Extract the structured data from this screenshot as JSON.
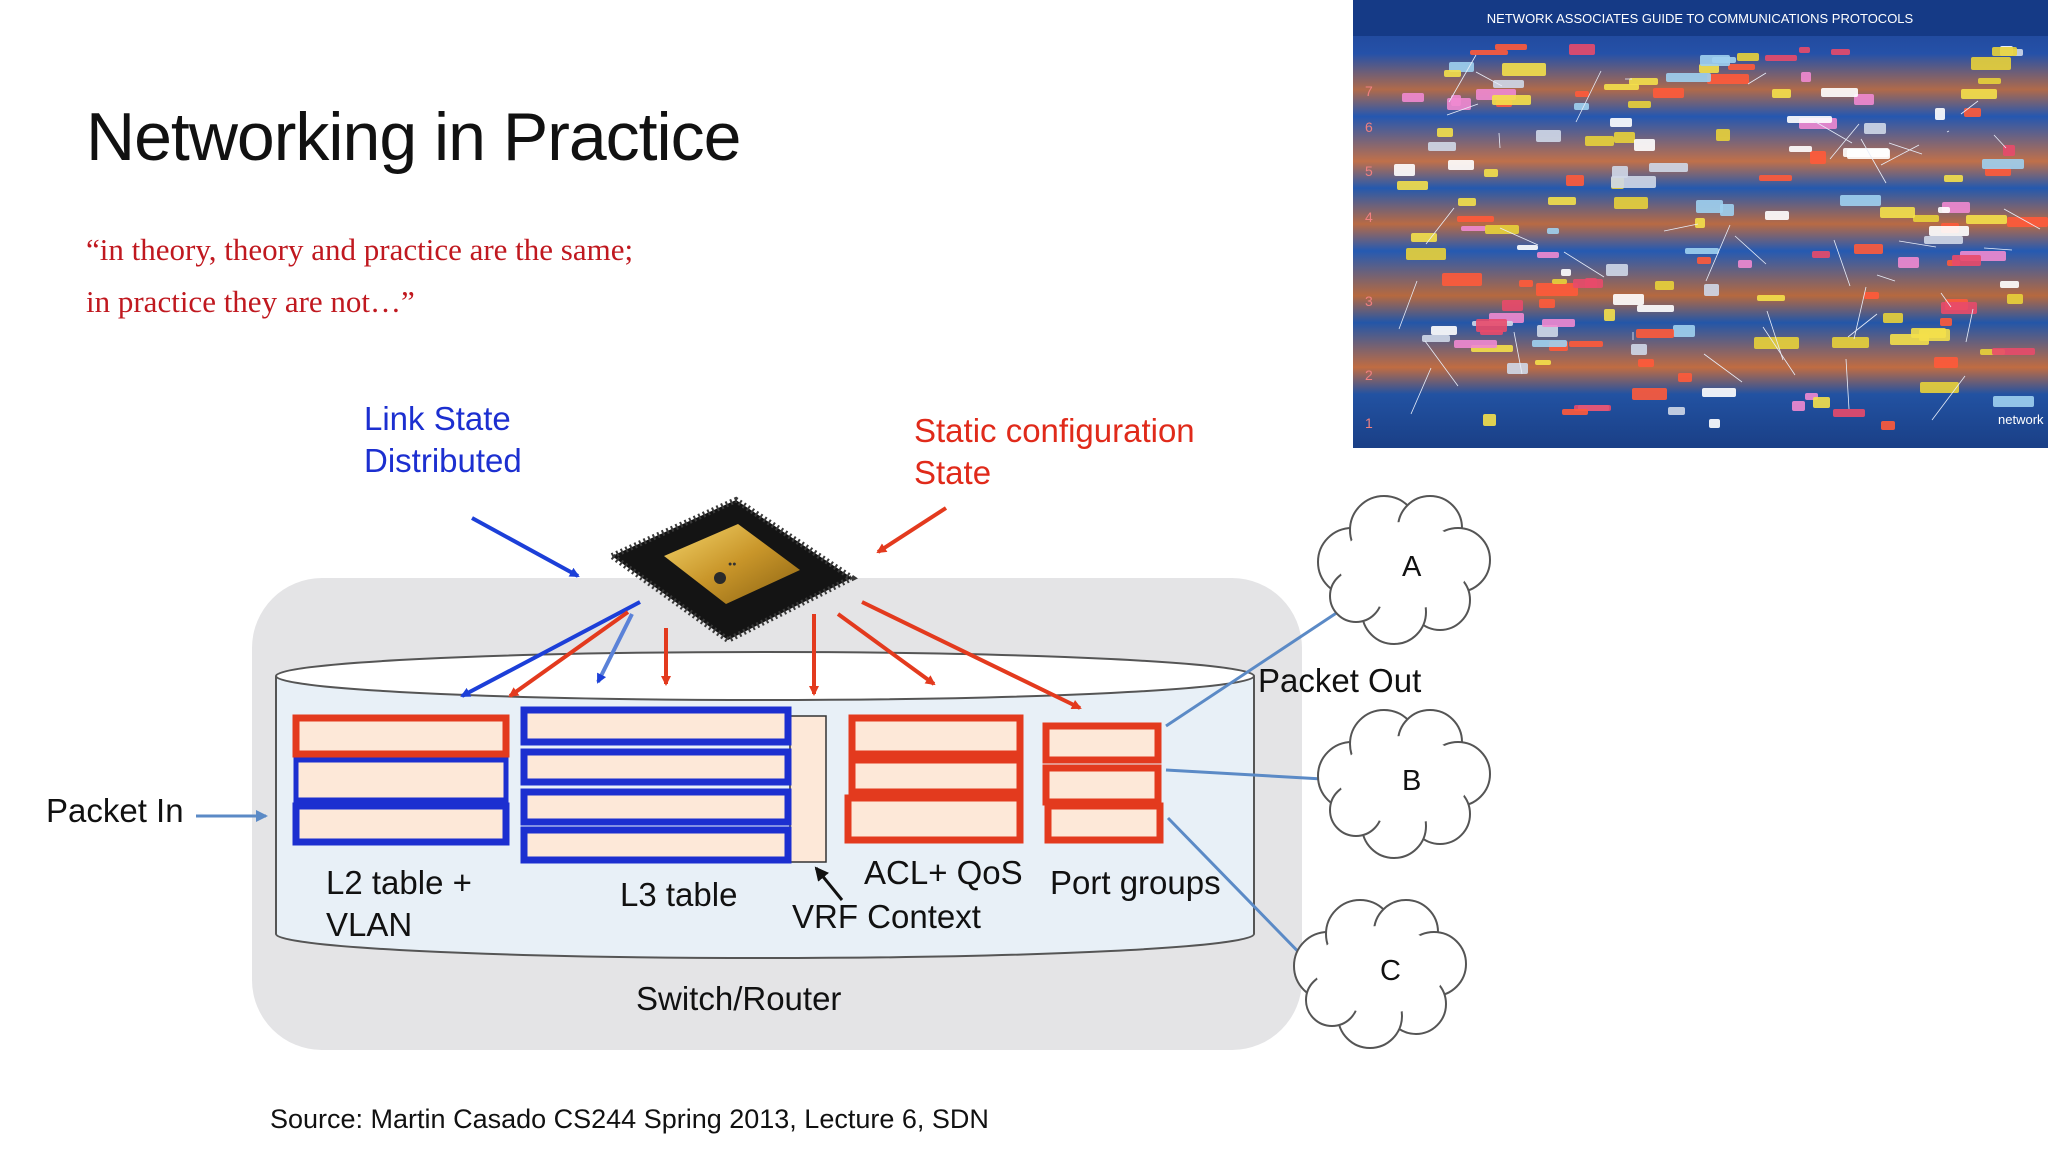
{
  "slide": {
    "title": "Networking in Practice",
    "quote_line1": "“in theory, theory and practice are the same;",
    "quote_line2": "in practice they are not…”",
    "source": "Source: Martin Casado CS244 Spring 2013, Lecture 6, SDN"
  },
  "diagram": {
    "link_state_line1": "Link State",
    "link_state_line2": "Distributed",
    "static_config_line1": "Static configuration",
    "static_config_line2": "State",
    "packet_in": "Packet In",
    "packet_out": "Packet Out",
    "l2_line1": "L2 table +",
    "l2_line2": "VLAN",
    "l3": "L3 table",
    "acl": "ACL+ QoS",
    "port_groups": "Port groups",
    "vrf": "VRF Context",
    "switch_router": "Switch/Router",
    "cloud_a": "A",
    "cloud_b": "B",
    "cloud_c": "C"
  },
  "poster": {
    "title": "NETWORK ASSOCIATES GUIDE TO COMMUNICATIONS PROTOCOLS",
    "logo": "network",
    "layer_numbers": [
      "7",
      "6",
      "5",
      "4",
      "3",
      "2",
      "1"
    ]
  },
  "colors": {
    "quote": "#c0181f",
    "blue_label": "#1c2fd0",
    "red_label": "#e02a1a",
    "blue_arrow": "#1c3fd8",
    "red_arrow": "#e33a1e",
    "steel_arrow": "#5b8ac6"
  }
}
